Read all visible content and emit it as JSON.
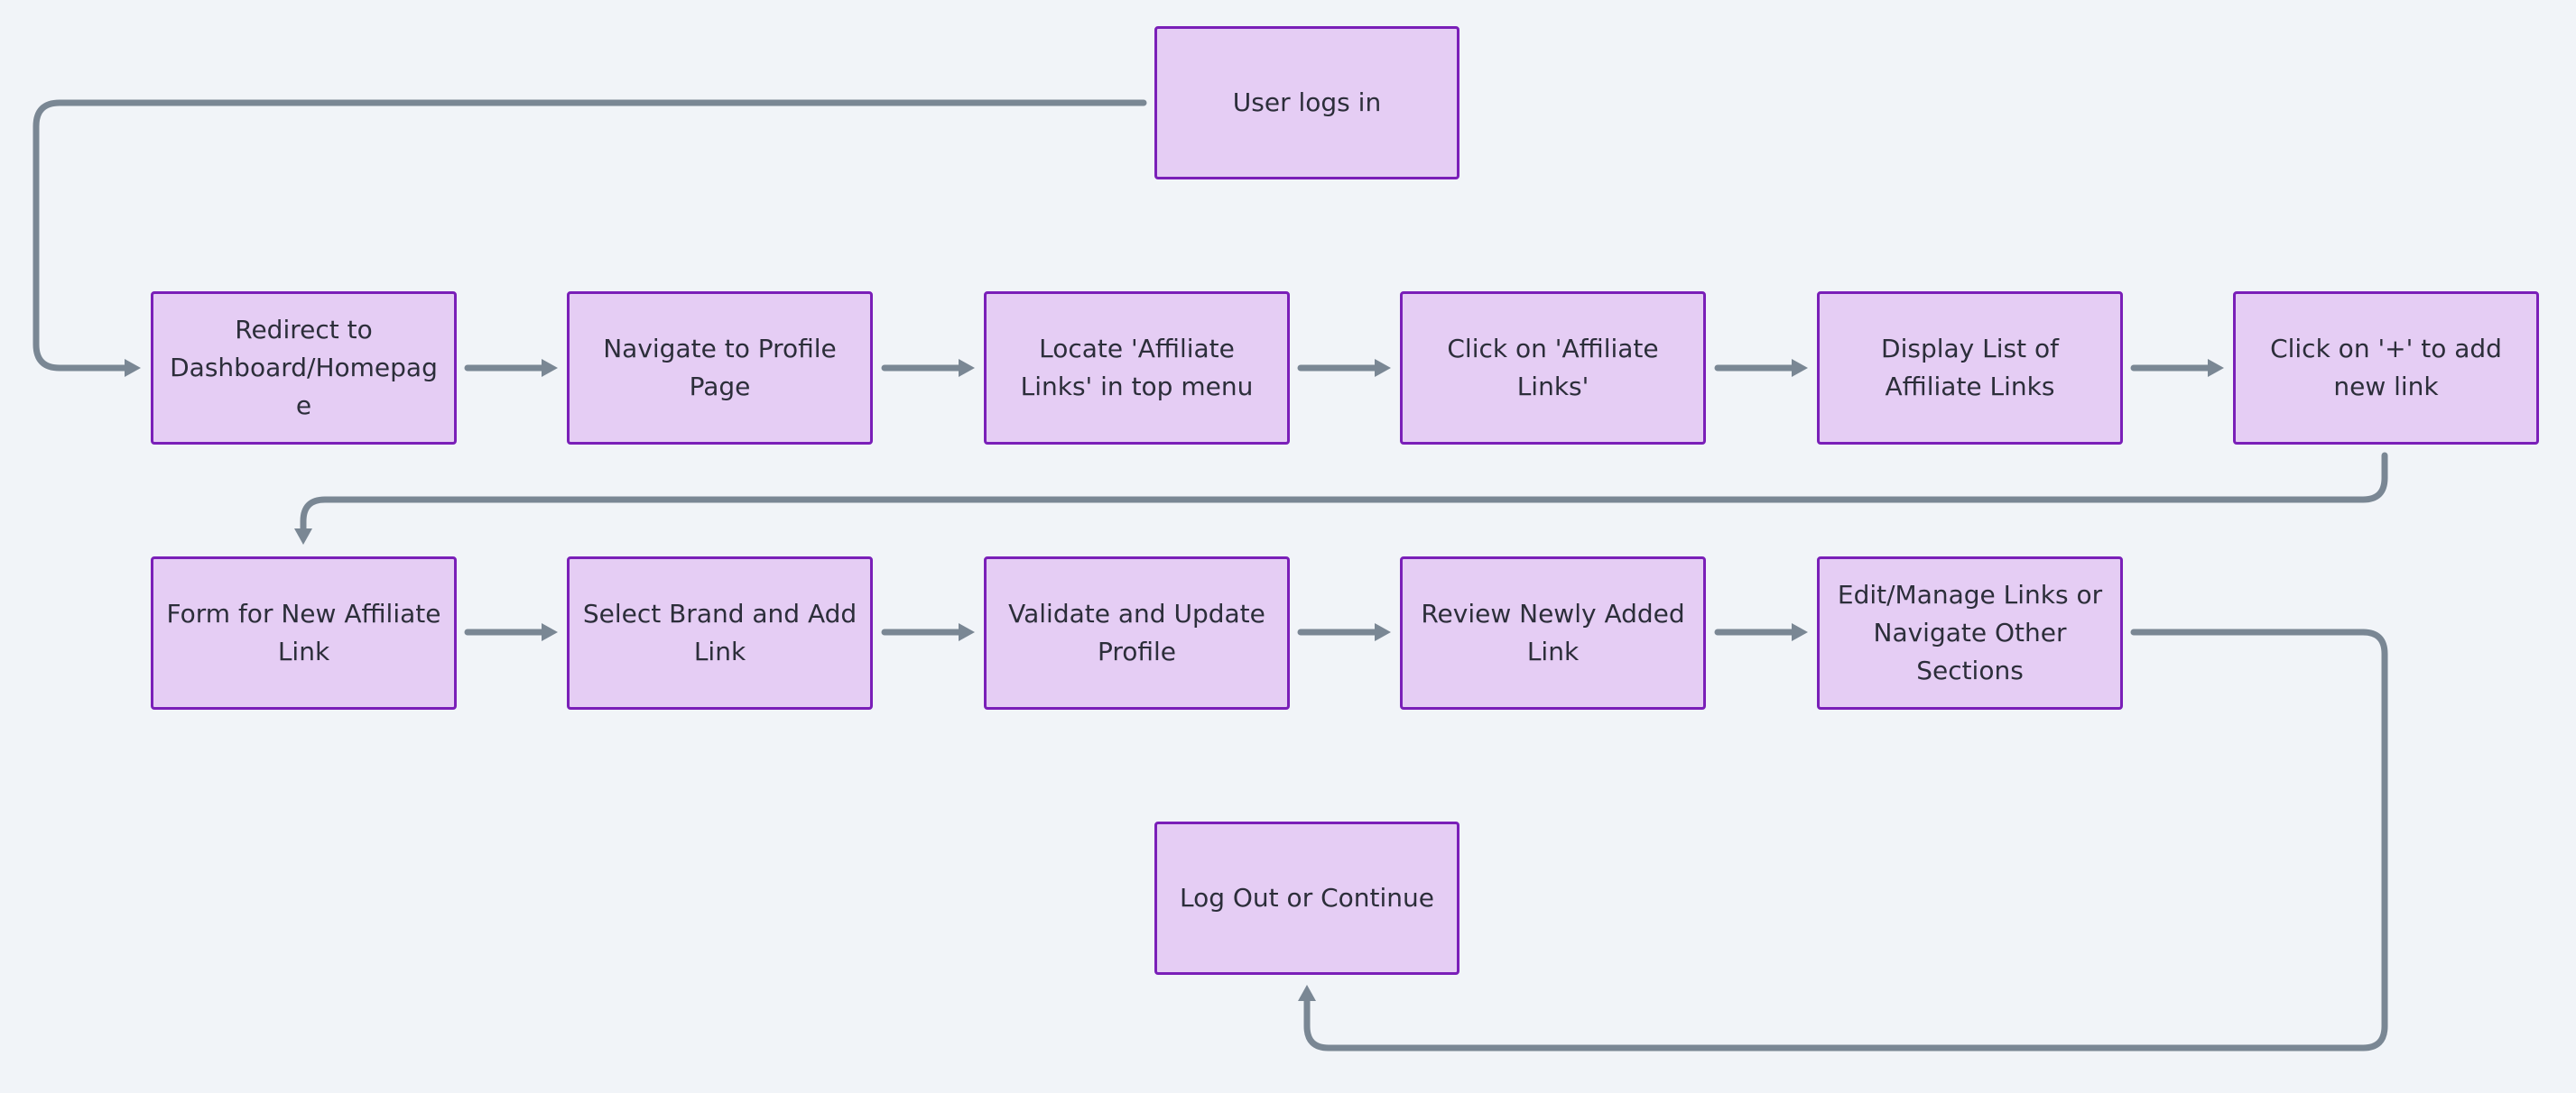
{
  "diagram": {
    "nodes": {
      "login": "User logs in",
      "redirect": "Redirect to Dashboard/Homepage",
      "profile": "Navigate to Profile Page",
      "locate": "Locate 'Affiliate Links' in top menu",
      "click_links": "Click on 'Affiliate Links'",
      "display_list": "Display List of Affiliate Links",
      "click_add": "Click on '+' to add new link",
      "form": "Form for New Affiliate Link",
      "select_brand": "Select Brand and Add Link",
      "validate": "Validate and Update Profile",
      "review": "Review Newly Added Link",
      "edit_manage": "Edit/Manage Links or Navigate Other Sections",
      "logout": "Log Out or Continue"
    },
    "edges": [
      [
        "login",
        "redirect"
      ],
      [
        "redirect",
        "profile"
      ],
      [
        "profile",
        "locate"
      ],
      [
        "locate",
        "click_links"
      ],
      [
        "click_links",
        "display_list"
      ],
      [
        "display_list",
        "click_add"
      ],
      [
        "click_add",
        "form"
      ],
      [
        "form",
        "select_brand"
      ],
      [
        "select_brand",
        "validate"
      ],
      [
        "validate",
        "review"
      ],
      [
        "review",
        "edit_manage"
      ],
      [
        "edit_manage",
        "logout"
      ]
    ],
    "colors": {
      "background": "#f1f4f8",
      "node_fill": "#e5cdf4",
      "node_border": "#7a1fb8",
      "edge": "#7a8794",
      "text": "#2c2e3a"
    }
  }
}
